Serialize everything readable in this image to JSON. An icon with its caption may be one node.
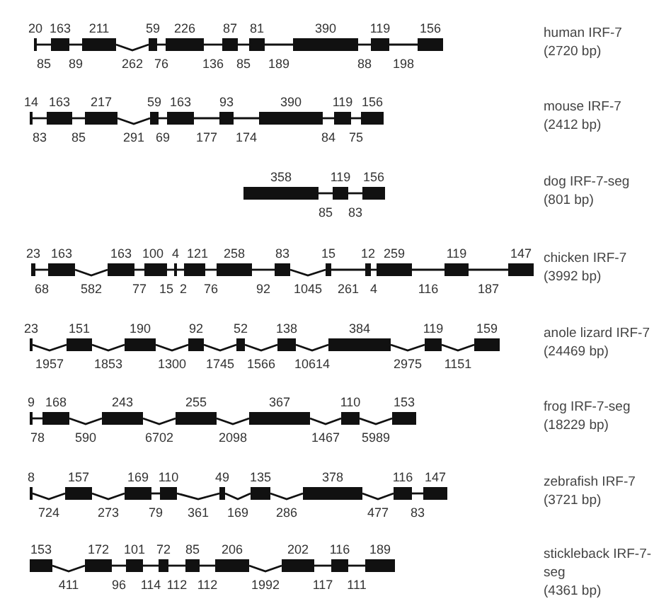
{
  "diagram": {
    "nodes": [
      {
        "text": [
          "20"
        ]
      },
      {
        "text": [
          "163"
        ]
      },
      {
        "text": [
          "211"
        ]
      },
      {
        "text": [
          "59"
        ]
      },
      {
        "text": [
          "226"
        ]
      },
      {
        "text": [
          "87"
        ]
      },
      {
        "text": [
          "81"
        ]
      },
      {
        "text": [
          "390"
        ]
      },
      {
        "text": [
          "119"
        ]
      },
      {
        "text": [
          "156"
        ]
      },
      {
        "text": [
          "14"
        ]
      },
      {
        "text": [
          "163"
        ]
      },
      {
        "text": [
          "217"
        ]
      },
      {
        "text": [
          "59"
        ]
      },
      {
        "text": [
          "163"
        ]
      },
      {
        "text": [
          "93"
        ]
      },
      {
        "text": [
          "390"
        ]
      },
      {
        "text": [
          "119"
        ]
      },
      {
        "text": [
          "156"
        ]
      },
      {
        "text": [
          "358"
        ]
      },
      {
        "text": [
          "119"
        ]
      },
      {
        "text": [
          "156"
        ]
      },
      {
        "text": [
          "23"
        ]
      },
      {
        "text": [
          "163"
        ]
      },
      {
        "text": [
          "163"
        ]
      },
      {
        "text": [
          "100"
        ]
      },
      {
        "text": [
          "4"
        ]
      },
      {
        "text": [
          "121"
        ]
      },
      {
        "text": [
          "258"
        ]
      },
      {
        "text": [
          "83"
        ]
      },
      {
        "text": [
          "15"
        ]
      },
      {
        "text": [
          "12"
        ]
      },
      {
        "text": [
          "259"
        ]
      },
      {
        "text": [
          "119"
        ]
      },
      {
        "text": [
          "147"
        ]
      },
      {
        "text": [
          "23"
        ]
      },
      {
        "text": [
          "151"
        ]
      },
      {
        "text": [
          "190"
        ]
      },
      {
        "text": [
          "92"
        ]
      },
      {
        "text": [
          "52"
        ]
      },
      {
        "text": [
          "138"
        ]
      },
      {
        "text": [
          "384"
        ]
      },
      {
        "text": [
          "119"
        ]
      },
      {
        "text": [
          "159"
        ]
      },
      {
        "text": [
          "9"
        ]
      },
      {
        "text": [
          "168"
        ]
      },
      {
        "text": [
          "243"
        ]
      },
      {
        "text": [
          "255"
        ]
      },
      {
        "text": [
          "367"
        ]
      },
      {
        "text": [
          "110"
        ]
      },
      {
        "text": [
          "153"
        ]
      },
      {
        "text": [
          "8"
        ]
      },
      {
        "text": [
          "157"
        ]
      },
      {
        "text": [
          "169"
        ]
      },
      {
        "text": [
          "110"
        ]
      },
      {
        "text": [
          "49"
        ]
      },
      {
        "text": [
          "135"
        ]
      },
      {
        "text": [
          "378"
        ]
      },
      {
        "text": [
          "116"
        ]
      },
      {
        "text": [
          "147"
        ]
      },
      {
        "text": [
          "153"
        ]
      },
      {
        "text": [
          "172"
        ]
      },
      {
        "text": [
          "101"
        ]
      },
      {
        "text": [
          "72"
        ]
      },
      {
        "text": [
          "85"
        ]
      },
      {
        "text": [
          "206"
        ]
      },
      {
        "text": [
          "202"
        ]
      },
      {
        "text": [
          "116"
        ]
      },
      {
        "text": [
          "189"
        ]
      }
    ],
    "edges": [
      {
        "from": 0,
        "to": 1,
        "arrow": "none",
        "label": "85"
      },
      {
        "from": 1,
        "to": 2,
        "arrow": "none",
        "label": "89"
      },
      {
        "from": 2,
        "to": 3,
        "arrow": "none",
        "label": "262"
      },
      {
        "from": 3,
        "to": 4,
        "arrow": "none",
        "label": "76"
      },
      {
        "from": 4,
        "to": 5,
        "arrow": "none",
        "label": "136"
      },
      {
        "from": 5,
        "to": 6,
        "arrow": "none",
        "label": "85"
      },
      {
        "from": 6,
        "to": 7,
        "arrow": "none",
        "label": "189"
      },
      {
        "from": 7,
        "to": 8,
        "arrow": "none",
        "label": "88"
      },
      {
        "from": 8,
        "to": 9,
        "arrow": "none",
        "label": "198"
      },
      {
        "from": 10,
        "to": 11,
        "arrow": "none",
        "label": "83"
      },
      {
        "from": 11,
        "to": 12,
        "arrow": "none",
        "label": "85"
      },
      {
        "from": 12,
        "to": 13,
        "arrow": "none",
        "label": "291"
      },
      {
        "from": 13,
        "to": 14,
        "arrow": "none",
        "label": "69"
      },
      {
        "from": 14,
        "to": 15,
        "arrow": "none",
        "label": "177"
      },
      {
        "from": 15,
        "to": 16,
        "arrow": "none",
        "label": "174"
      },
      {
        "from": 16,
        "to": 17,
        "arrow": "none",
        "label": "84"
      },
      {
        "from": 17,
        "to": 18,
        "arrow": "none",
        "label": "75"
      },
      {
        "from": 19,
        "to": 20,
        "arrow": "none",
        "label": "85"
      },
      {
        "from": 20,
        "to": 21,
        "arrow": "none",
        "label": "83"
      },
      {
        "from": 22,
        "to": 23,
        "arrow": "none",
        "label": "68"
      },
      {
        "from": 23,
        "to": 24,
        "arrow": "none",
        "label": "582"
      },
      {
        "from": 24,
        "to": 25,
        "arrow": "none",
        "label": "77"
      },
      {
        "from": 25,
        "to": 26,
        "arrow": "none",
        "label": "15"
      },
      {
        "from": 26,
        "to": 27,
        "arrow": "none",
        "label": "2"
      },
      {
        "from": 27,
        "to": 28,
        "arrow": "none",
        "label": "76"
      },
      {
        "from": 28,
        "to": 29,
        "arrow": "none",
        "label": "92"
      },
      {
        "from": 29,
        "to": 30,
        "arrow": "none",
        "label": "1045"
      },
      {
        "from": 30,
        "to": 31,
        "arrow": "none",
        "label": "261"
      },
      {
        "from": 31,
        "to": 32,
        "arrow": "none",
        "label": "4"
      },
      {
        "from": 32,
        "to": 33,
        "arrow": "none",
        "label": "116"
      },
      {
        "from": 33,
        "to": 34,
        "arrow": "none",
        "label": "187"
      },
      {
        "from": 35,
        "to": 36,
        "arrow": "none",
        "label": "1957"
      },
      {
        "from": 36,
        "to": 37,
        "arrow": "none",
        "label": "1853"
      },
      {
        "from": 37,
        "to": 38,
        "arrow": "none",
        "label": "1300"
      },
      {
        "from": 38,
        "to": 39,
        "arrow": "none",
        "label": "1745"
      },
      {
        "from": 39,
        "to": 40,
        "arrow": "none",
        "label": "1566"
      },
      {
        "from": 40,
        "to": 41,
        "arrow": "none",
        "label": "10614"
      },
      {
        "from": 41,
        "to": 42,
        "arrow": "none",
        "label": "2975"
      },
      {
        "from": 42,
        "to": 43,
        "arrow": "none",
        "label": "1151"
      },
      {
        "from": 44,
        "to": 45,
        "arrow": "none",
        "label": "78"
      },
      {
        "from": 45,
        "to": 46,
        "arrow": "none",
        "label": "590"
      },
      {
        "from": 46,
        "to": 47,
        "arrow": "none",
        "label": "6702"
      },
      {
        "from": 47,
        "to": 48,
        "arrow": "none",
        "label": "2098"
      },
      {
        "from": 48,
        "to": 49,
        "arrow": "none",
        "label": "1467"
      },
      {
        "from": 49,
        "to": 50,
        "arrow": "none",
        "label": "5989"
      },
      {
        "from": 51,
        "to": 52,
        "arrow": "none",
        "label": "724"
      },
      {
        "from": 52,
        "to": 53,
        "arrow": "none",
        "label": "273"
      },
      {
        "from": 53,
        "to": 54,
        "arrow": "none",
        "label": "79"
      },
      {
        "from": 54,
        "to": 55,
        "arrow": "none",
        "label": "361"
      },
      {
        "from": 55,
        "to": 56,
        "arrow": "none",
        "label": "169"
      },
      {
        "from": 56,
        "to": 57,
        "arrow": "none",
        "label": "286"
      },
      {
        "from": 57,
        "to": 58,
        "arrow": "none",
        "label": "477"
      },
      {
        "from": 58,
        "to": 59,
        "arrow": "none",
        "label": "83"
      },
      {
        "from": 60,
        "to": 61,
        "arrow": "none",
        "label": "411"
      },
      {
        "from": 61,
        "to": 62,
        "arrow": "none",
        "label": "96"
      },
      {
        "from": 62,
        "to": 63,
        "arrow": "none",
        "label": "114"
      },
      {
        "from": 63,
        "to": 64,
        "arrow": "none",
        "label": "112"
      },
      {
        "from": 64,
        "to": 65,
        "arrow": "none",
        "label": "112"
      },
      {
        "from": 65,
        "to": 66,
        "arrow": "none",
        "label": "1992"
      },
      {
        "from": 66,
        "to": 67,
        "arrow": "none",
        "label": "117"
      },
      {
        "from": 67,
        "to": 68,
        "arrow": "none",
        "label": "111"
      }
    ],
    "labels": [
      "human IRF-7",
      "(2720 bp)",
      "mouse IRF-7",
      "(2412 bp)",
      "dog IRF-7-seg",
      "(801 bp)",
      "chicken IRF-7",
      "(3992 bp)",
      "anole lizard IRF-7",
      "(24469 bp)",
      "frog IRF-7-seg",
      "(18229 bp)",
      "zebrafish IRF-7",
      "(3721 bp)",
      "stickleback IRF-7-seg",
      "(4361 bp)"
    ]
  }
}
